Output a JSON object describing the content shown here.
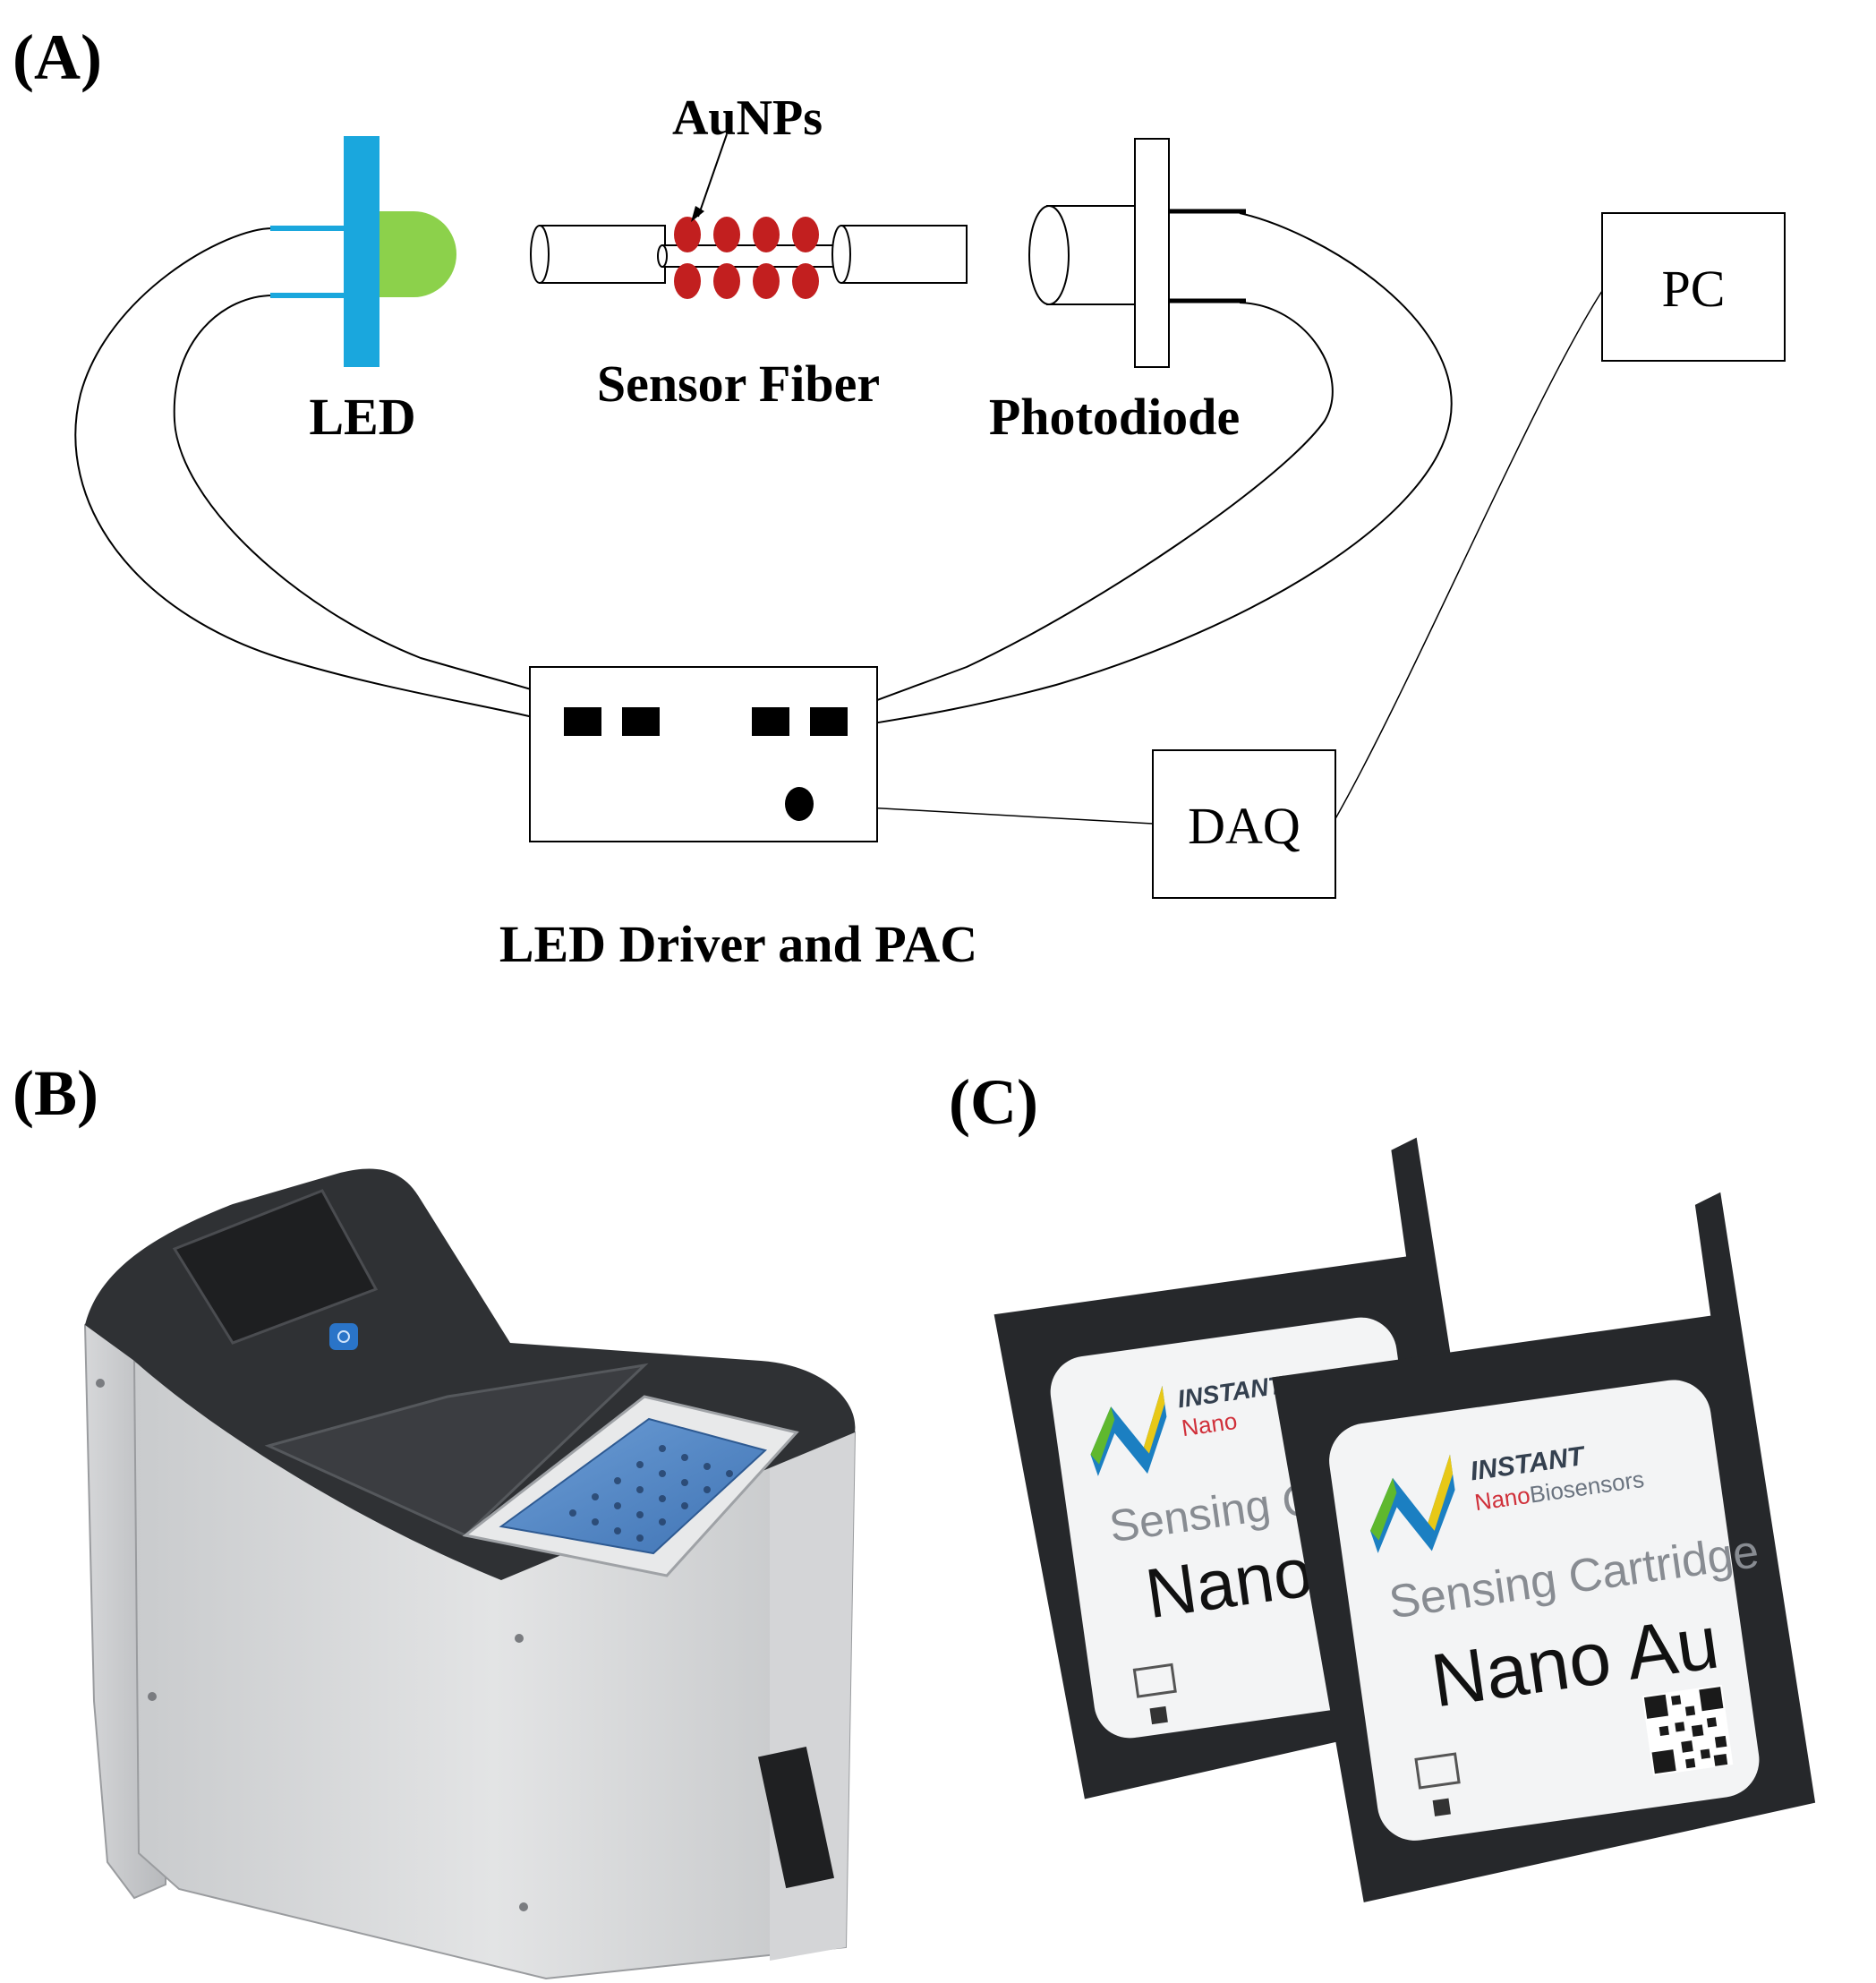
{
  "panels": {
    "a": {
      "label": "(A)"
    },
    "b": {
      "label": "(B)"
    },
    "c": {
      "label": "(C)"
    }
  },
  "schematic": {
    "aunps_label": "AuNPs",
    "led_label": "LED",
    "sensor_fiber_label": "Sensor Fiber",
    "photodiode_label": "Photodiode",
    "pc_label": "PC",
    "daq_label": "DAQ",
    "driver_label": "LED Driver and PAC"
  },
  "cartridge": {
    "brand_line1": "INSTANT",
    "brand_nano": "Nano",
    "brand_bio": "Biosensors",
    "brand_line1_back": "INSTANT",
    "brand_line2_back": "Nano",
    "product_line_back": "Sensing Ca",
    "product_name_back": "Nano",
    "product_line": "Sensing Cartridge",
    "product_name": "Nano Au"
  },
  "colors": {
    "led_bar": "#1aa7dd",
    "led_lens": "#8cd14b",
    "nanoparticle": "#c21f1f",
    "device_tray": "#4f86c6",
    "cartridge_body": "#26282b",
    "logo_blue": "#1b7fc2",
    "logo_green": "#5fb82e",
    "logo_yellow": "#e8c817",
    "brand_red": "#d0303a"
  }
}
